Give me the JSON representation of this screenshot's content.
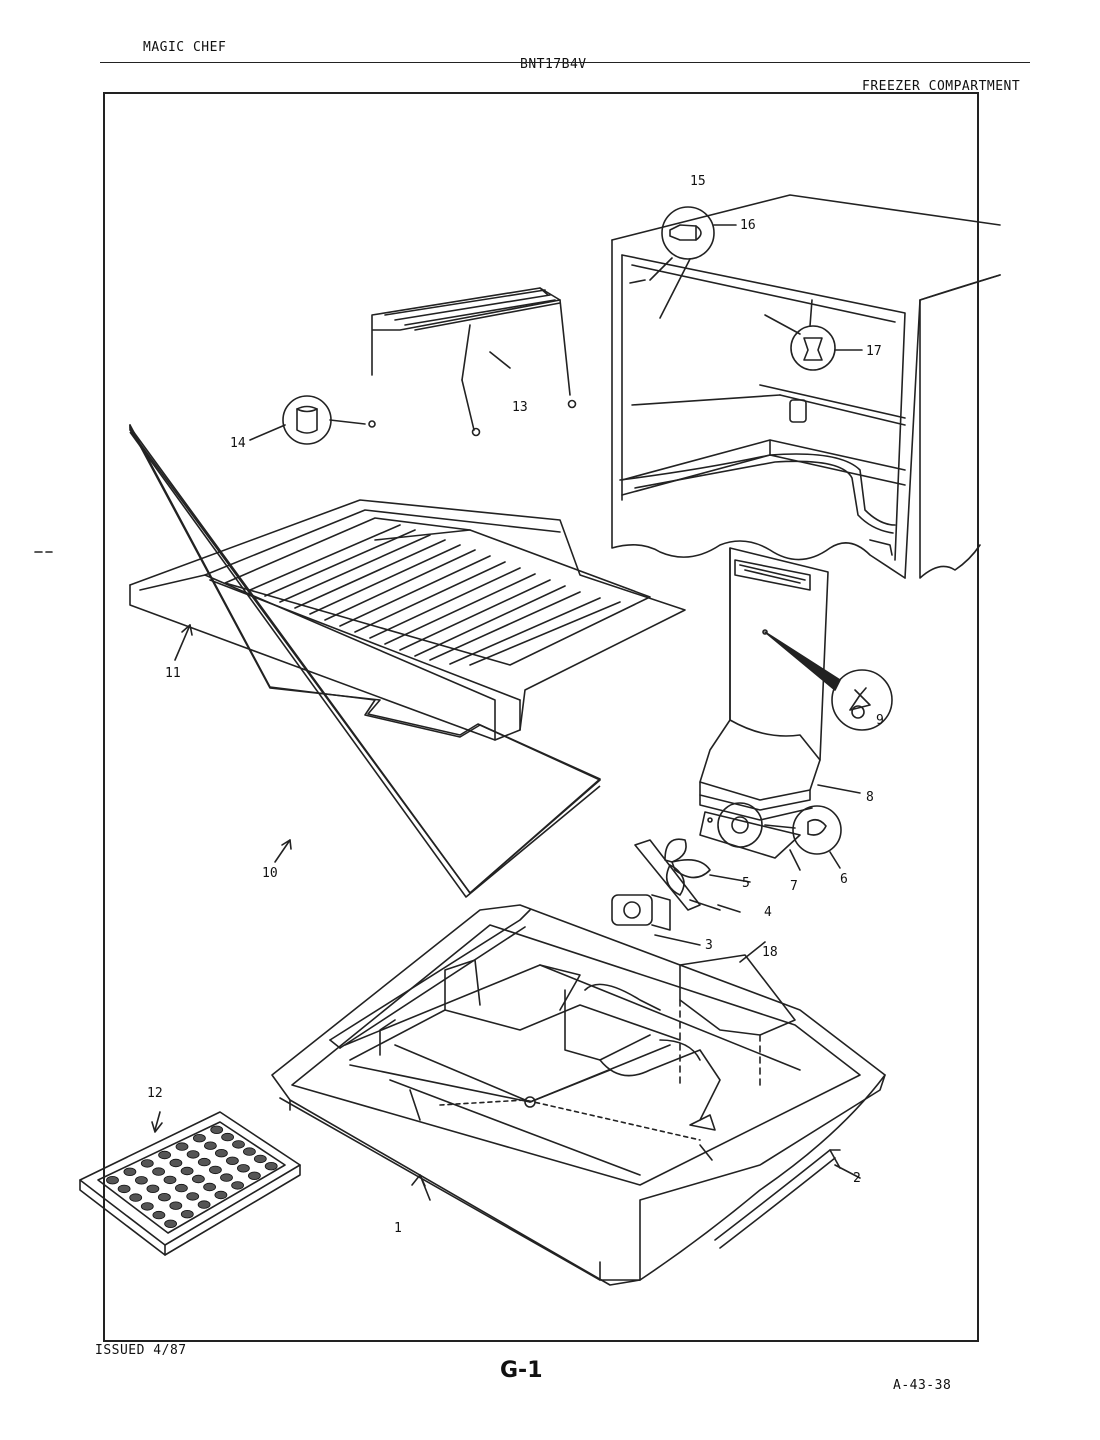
{
  "header": {
    "brand": "MAGIC CHEF",
    "model": "BNT17B4V",
    "section": "FREEZER COMPARTMENT"
  },
  "footer": {
    "issued": "ISSUED 4/87",
    "page_code": "G-1",
    "drawing_number": "A-43-38"
  },
  "callouts": {
    "c1": "1",
    "c2": "2",
    "c3": "3",
    "c4": "4",
    "c5": "5",
    "c6": "6",
    "c7": "7",
    "c8": "8",
    "c9": "9",
    "c10": "10",
    "c11": "11",
    "c12": "12",
    "c13": "13",
    "c14": "14",
    "c15": "15",
    "c16": "16",
    "c17": "17",
    "c18": "18"
  }
}
